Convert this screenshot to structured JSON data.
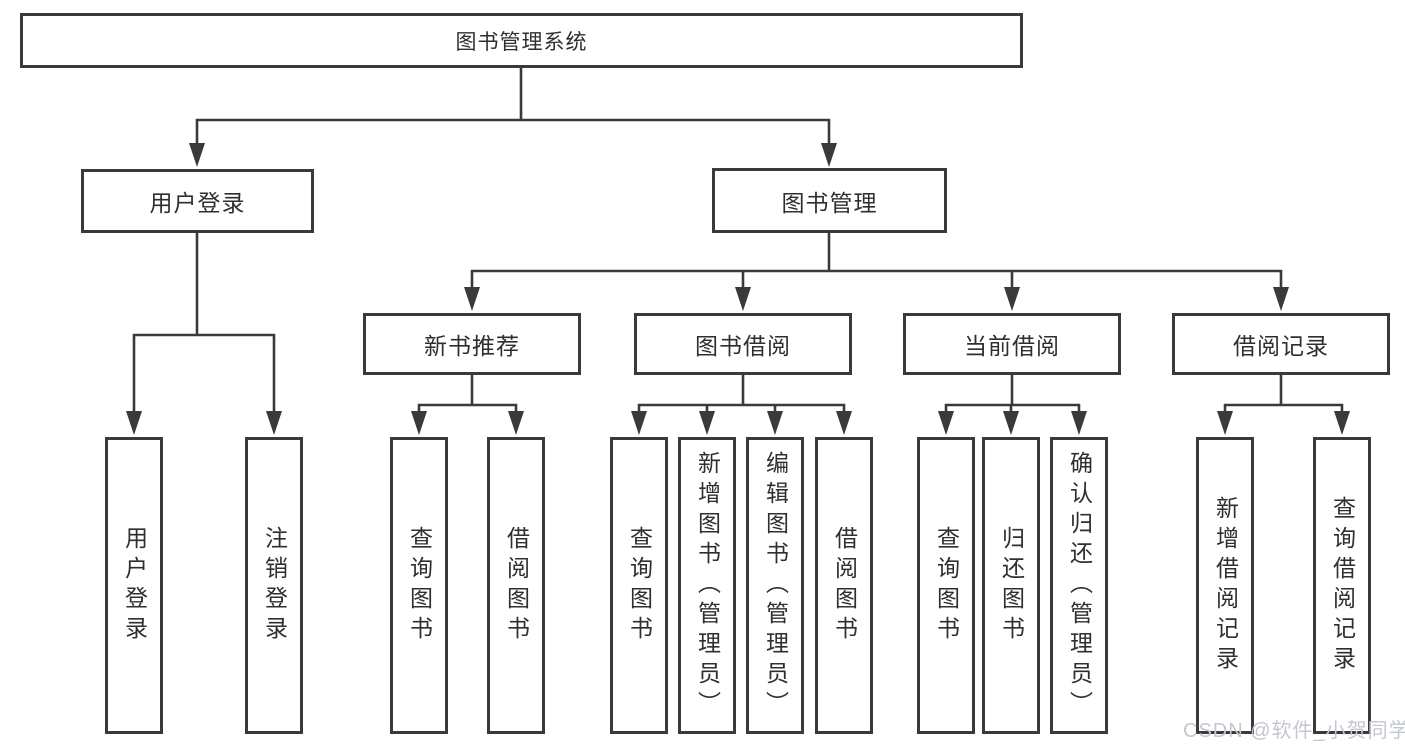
{
  "tree": {
    "root": "图书管理系统",
    "user_login": {
      "label": "用户登录",
      "children": [
        "用户登录",
        "注销登录"
      ]
    },
    "book_management": {
      "label": "图书管理",
      "children": [
        {
          "label": "新书推荐",
          "children": [
            "查询图书",
            "借阅图书"
          ]
        },
        {
          "label": "图书借阅",
          "children": [
            "查询图书",
            "新增图书（管理员）",
            "编辑图书（管理员）",
            "借阅图书"
          ]
        },
        {
          "label": "当前借阅",
          "children": [
            "查询图书",
            "归还图书",
            "确认归还（管理员）"
          ]
        },
        {
          "label": "借阅记录",
          "children": [
            "新增借阅记录",
            "查询借阅记录"
          ]
        }
      ]
    }
  },
  "watermark": "CSDN @软件_小贺同学",
  "colors": {
    "line": "#3a3a3a",
    "text": "#2f2f2f",
    "watermark": "#c3c7cf",
    "background": "#ffffff"
  }
}
